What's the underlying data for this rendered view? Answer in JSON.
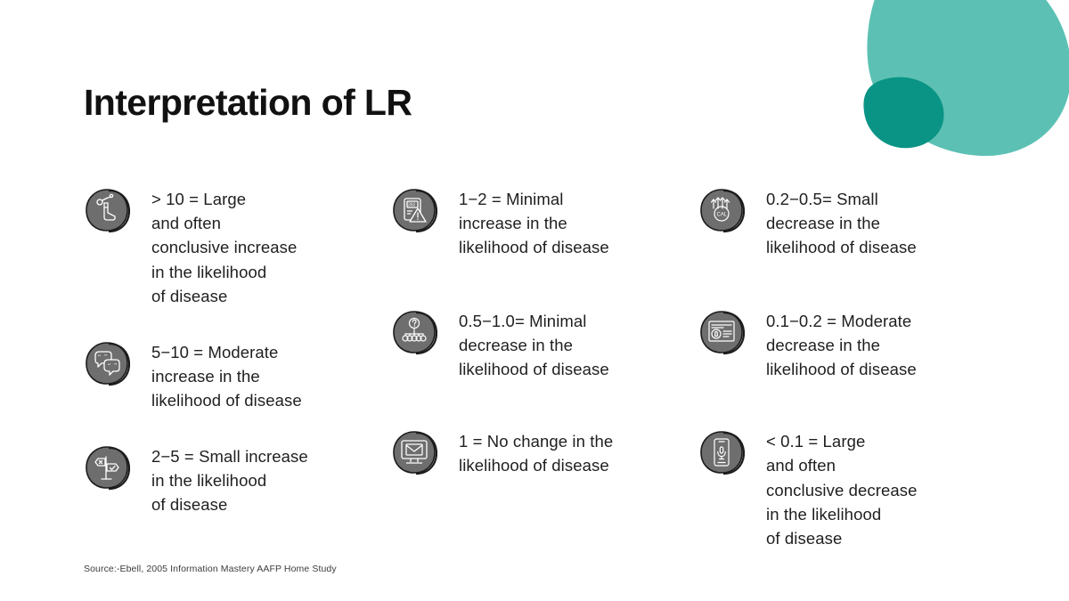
{
  "slide": {
    "title": "Interpretation of LR",
    "background_color": "#ffffff",
    "title_color": "#111111",
    "source_note": "Source:-Ebell, 2005 Information Mastery AAFP Home Study"
  },
  "decoration": {
    "blob_light_color": "#5cc1b4",
    "blob_dark_color": "#0a9485"
  },
  "icon_style": {
    "fill_color": "#6e6e6e",
    "outline_color": "#1c1c1c",
    "line_color": "#ffffff"
  },
  "columns": [
    {
      "id": "column-1",
      "items": [
        {
          "icon": "boot-with-flowers-icon",
          "text": "> 10 = Large\nand often\nconclusive increase\nin the likelihood\nof disease"
        },
        {
          "icon": "speech-bubbles-quote-icon",
          "text": "5−10 = Moderate\nincrease in the\nlikelihood of disease"
        },
        {
          "icon": "signpost-direction-icon",
          "text": "2−5 = Small increase\nin the likelihood\nof disease"
        }
      ]
    },
    {
      "id": "column-2",
      "items": [
        {
          "icon": "monitor-warning-icon",
          "text": "1−2 = Minimal\nincrease in the\nlikelihood of disease"
        },
        {
          "icon": "question-hierarchy-icon",
          "text": "0.5−1.0= Minimal\ndecrease in the\nlikelihood of disease"
        },
        {
          "icon": "envelope-monitor-icon",
          "text": "1 = No change in the\nlikelihood of disease"
        }
      ]
    },
    {
      "id": "column-3",
      "items": [
        {
          "icon": "calendar-arrows-icon",
          "text": "0.2−0.5= Small\ndecrease in the\nlikelihood of disease"
        },
        {
          "icon": "news-article-layout-icon",
          "text": "0.1−0.2 = Moderate\ndecrease in the\nlikelihood of disease"
        },
        {
          "icon": "phone-microphone-icon",
          "text": "< 0.1 = Large\nand often\nconclusive decrease\nin the likelihood\nof disease"
        }
      ]
    }
  ]
}
